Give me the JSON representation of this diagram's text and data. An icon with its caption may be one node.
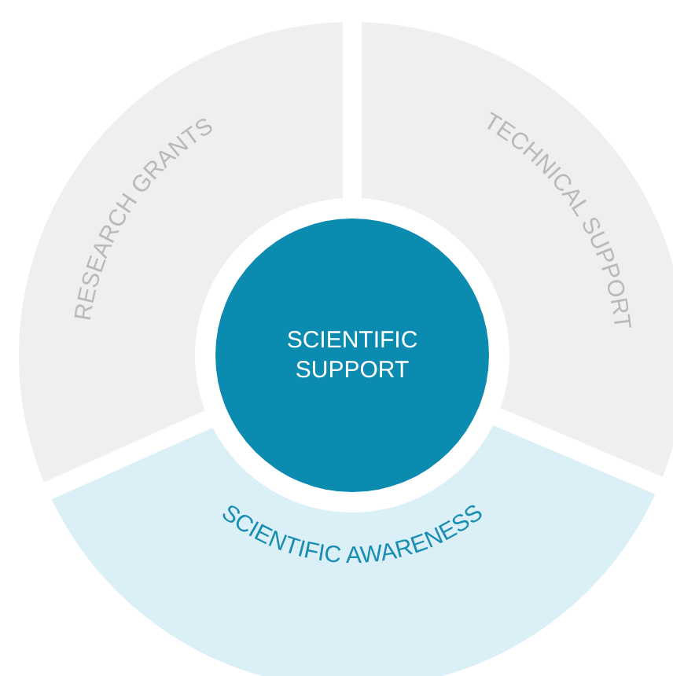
{
  "diagram": {
    "nodes": [
      {
        "text": [
          "RESEARCH GRANTS"
        ]
      },
      {
        "text": [
          "TECHNICAL SUPPORT"
        ]
      },
      {
        "text": [
          "SCIENTIFIC SUPPORT"
        ]
      },
      {
        "text": [
          "SCIENTIFIC AWARENESS"
        ]
      }
    ]
  }
}
